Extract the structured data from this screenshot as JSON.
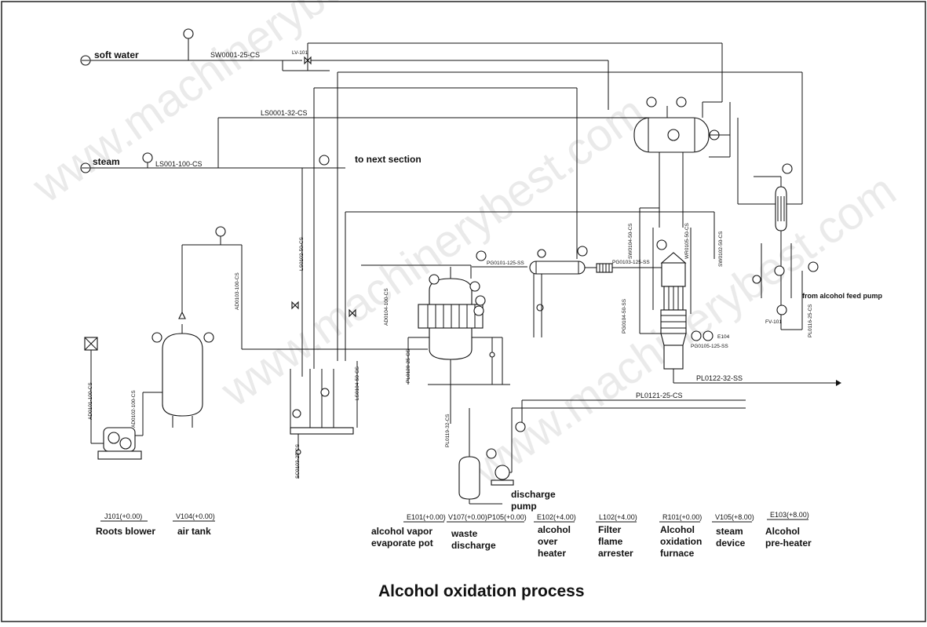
{
  "title": "Alcohol oxidation process",
  "watermark": "www.machinerybest.com",
  "streams": {
    "soft_water": "soft water",
    "steam": "steam",
    "to_next_section": "to next section",
    "from_alcohol_feed_pump": "from alcohol feed pump"
  },
  "pipe_labels": {
    "sw0001": "SW0001-25-CS",
    "ls0001": "LS0001-32-CS",
    "ls001": "LS001-100-CS",
    "pg0101": "PG0101-125-SS",
    "pg0103": "PG0103-125-SS",
    "pg0105": "PG0105-125-SS",
    "ad0103": "AD0103-100-CS",
    "ad0101": "AD0101-100-CS",
    "ad0102": "AD0102-100-CS",
    "ad0104": "AD0104-100-CS",
    "pl0122": "PL0122-32-SS",
    "pl0121": "PL0121-25-CS",
    "pl0119": "PL0119-32-CS",
    "pl0116": "PL0116-25-CS",
    "pl0120": "PL0120-25-CS",
    "ls0102": "LS0102-50-CS",
    "ls0104": "LS0104-50-CS",
    "sw0104": "SW0104-50-CS",
    "sw0102": "SW0102-50-CS",
    "wr0105": "WR0105-50-CS",
    "sc0103": "SC0103-25-CS",
    "pg0104": "PG0104-50-SS",
    "lv": "LV-101",
    "fv": "FV-101",
    "e104": "E104"
  },
  "equipment": [
    {
      "tag": "J101(+0.00)",
      "name": "Roots blower"
    },
    {
      "tag": "V104(+0.00)",
      "name": "air tank"
    },
    {
      "tag": "E101(+0.00)",
      "name": "alcohol vapor evaporate pot"
    },
    {
      "tag": "V107(+0.00)",
      "name": "waste discharge"
    },
    {
      "tag": "P105(+0.00)",
      "name": "discharge pump"
    },
    {
      "tag": "E102(+4.00)",
      "name": "alcohol over heater"
    },
    {
      "tag": "L102(+4.00)",
      "name": "Filter flame arrester"
    },
    {
      "tag": "R101(+0.00)",
      "name": "Alcohol oxidation furnace"
    },
    {
      "tag": "V105(+8.00)",
      "name": "steam device"
    },
    {
      "tag": "E103(+8.00)",
      "name": "Alcohol pre-heater"
    }
  ],
  "name_lines": {
    "alcohol_vapor_1": "alcohol vapor",
    "alcohol_vapor_2": "evaporate pot",
    "waste_1": "waste",
    "waste_2": "discharge",
    "pump_1": "discharge",
    "pump_2": "pump",
    "heater_1": "alcohol",
    "heater_2": "over",
    "heater_3": "heater",
    "filter_1": "Filter",
    "filter_2": "flame",
    "filter_3": "arrester",
    "furnace_1": "Alcohol",
    "furnace_2": "oxidation",
    "furnace_3": "furnace",
    "steam_dev_1": "steam",
    "steam_dev_2": "device",
    "preheater_1": "Alcohol",
    "preheater_2": "pre-heater"
  }
}
